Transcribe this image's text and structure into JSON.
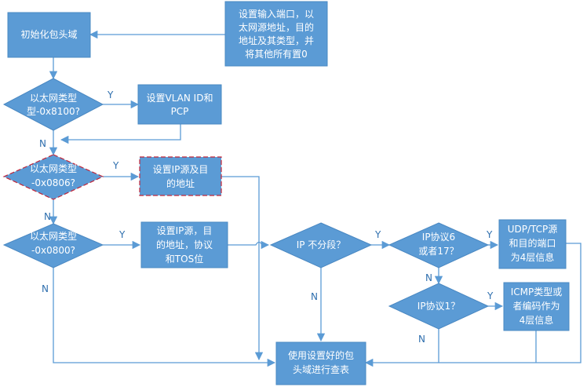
{
  "nodes": {
    "init": "初始化包头域",
    "set_input": [
      "设置输入端口，以",
      "太网源地址，目的",
      "地址及其类型，并",
      "将其他所有置0"
    ],
    "check_8100": [
      "以太网类型",
      "型-0x8100?"
    ],
    "set_vlan": [
      "设置VLAN ID和",
      "PCP"
    ],
    "check_0806": [
      "以太网类型",
      "-0x0806?"
    ],
    "set_ip_src_dst": [
      "设置IP源及目",
      "的地址"
    ],
    "check_0800": [
      "以太网类型",
      "-0x0800?"
    ],
    "set_ip_proto_tos": [
      "设置IP源，目",
      "的地址，协议",
      "和TOS位"
    ],
    "check_ip_nofrag": "IP 不分段？",
    "check_proto_6_17": [
      "IP协议6",
      "或者17？"
    ],
    "set_udp_tcp": [
      "UDP/TCP源",
      "和目的端口",
      "为4层信息"
    ],
    "check_proto_1": "IP协议1？",
    "set_icmp": [
      "ICMP类型或",
      "者编码作为",
      "4层信息"
    ],
    "lookup": [
      "使用设置好的包",
      "头域进行查表"
    ]
  },
  "labels": {
    "yes": "Y",
    "no": "N"
  }
}
